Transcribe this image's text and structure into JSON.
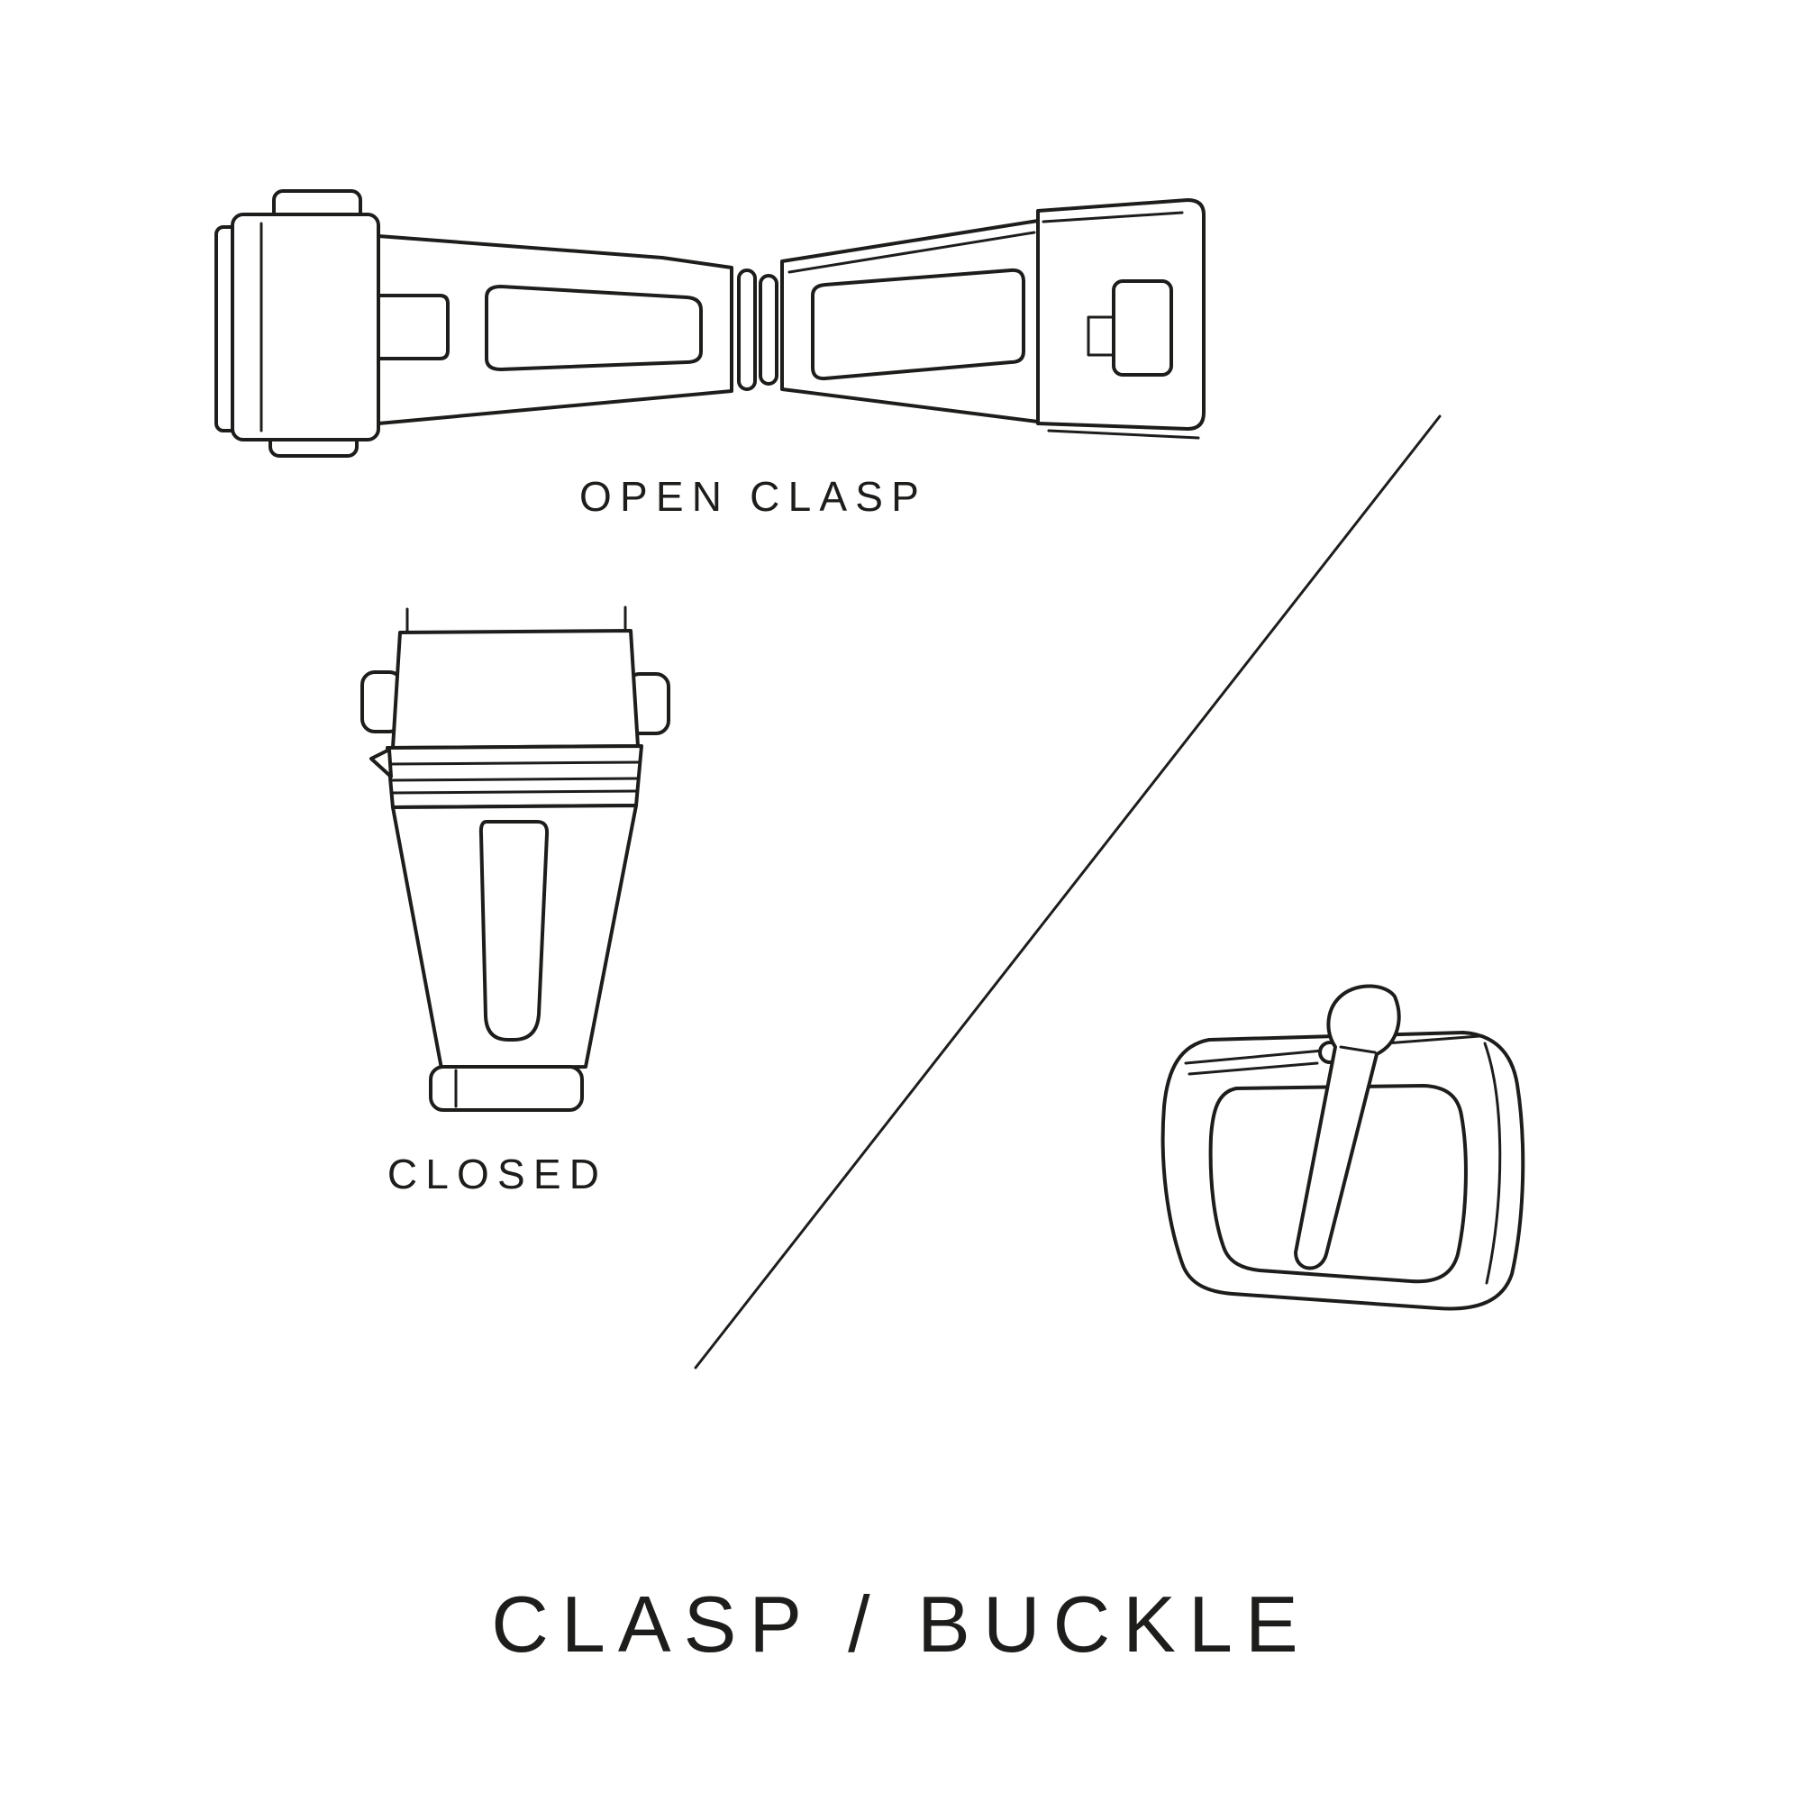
{
  "canvas": {
    "background": "#ffffff",
    "ink": "#1d1d1b"
  },
  "labels": {
    "open_clasp": "OPEN CLASP",
    "closed": "CLOSED",
    "title": "CLASP / BUCKLE"
  },
  "illustrations": [
    {
      "name": "open-clasp-illustration"
    },
    {
      "name": "closed-clasp-illustration"
    },
    {
      "name": "tang-buckle-illustration"
    },
    {
      "name": "diagonal-divider"
    }
  ]
}
